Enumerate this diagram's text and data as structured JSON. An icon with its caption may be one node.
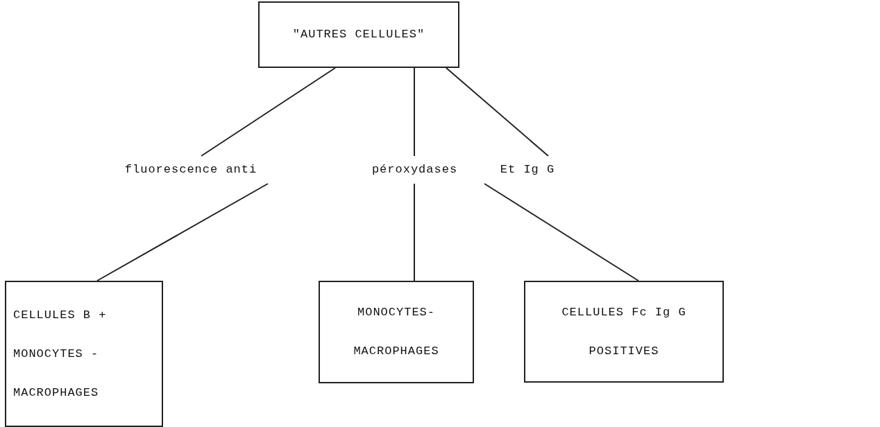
{
  "diagram": {
    "nodes": [
      {
        "text": [
          "\"AUTRES CELLULES\""
        ]
      },
      {
        "text": [
          "fluorescence anti"
        ]
      },
      {
        "text": [
          "péroxydases"
        ]
      },
      {
        "text": [
          "Et Ig G"
        ]
      },
      {
        "text": [
          "CELLULES B + MONOCYTES - MACROPHAGES"
        ]
      },
      {
        "text": [
          "MONOCYTES- MACROPHAGES"
        ]
      },
      {
        "text": [
          "CELLULES Fc Ig G POSITIVES"
        ]
      }
    ],
    "edges": [
      {
        "from": 0,
        "to": 1,
        "arrow": "none"
      },
      {
        "from": 0,
        "to": 2,
        "arrow": "none"
      },
      {
        "from": 0,
        "to": 3,
        "arrow": "none"
      },
      {
        "from": 1,
        "to": 4,
        "arrow": "none"
      },
      {
        "from": 2,
        "to": 5,
        "arrow": "none"
      },
      {
        "from": 3,
        "to": 6,
        "arrow": "none"
      }
    ]
  }
}
